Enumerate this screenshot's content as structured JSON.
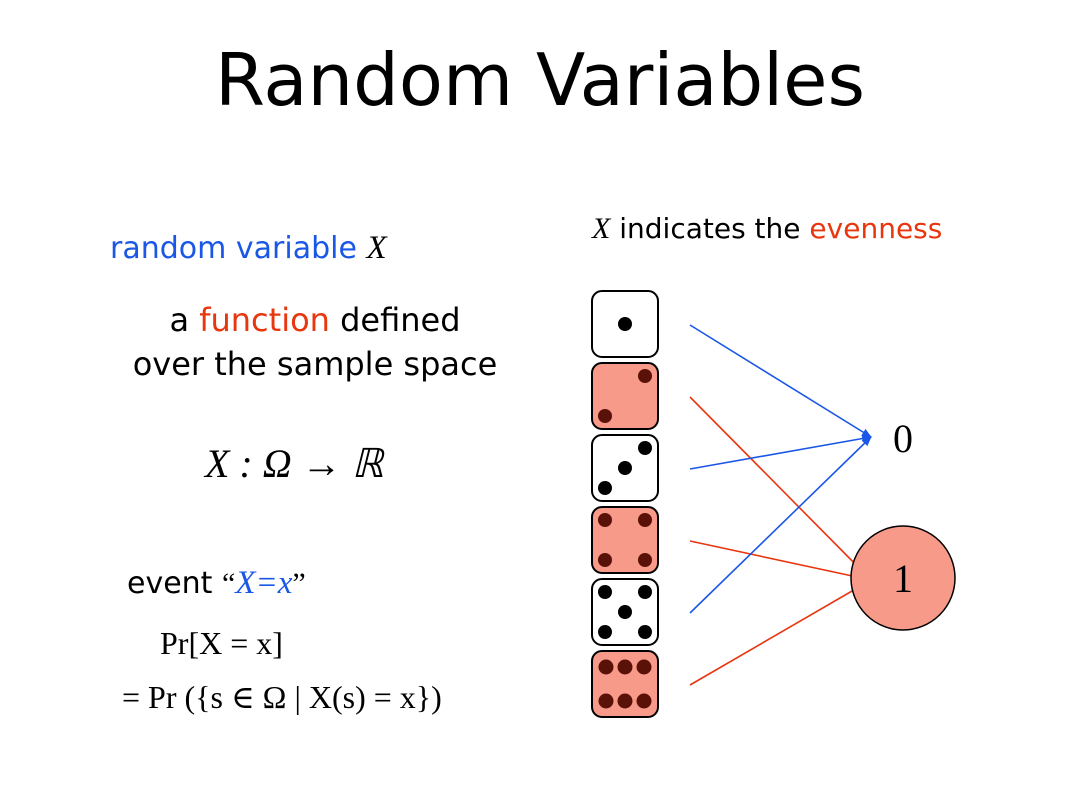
{
  "title": "Random Variables",
  "left": {
    "rv_label": "random variable",
    "rv_symbol": "X",
    "definition_line1_pre": "a",
    "definition_line1_highlight": "function",
    "definition_line1_post": "defined",
    "definition_line2": "over the sample space",
    "mapping": "X : Ω → ℝ",
    "event_label": "event",
    "event_open_quote": "“",
    "event_expr": "X=x",
    "event_close_quote": "”",
    "prob_line1": "Pr[X = x]",
    "prob_line2": "= Pr ({s ∈ Ω | X(s) = x})"
  },
  "right": {
    "heading_symbol": "X",
    "heading_text": "indicates the",
    "heading_highlight": "evenness",
    "targets": [
      "0",
      "1"
    ]
  },
  "dice": [
    {
      "face": 1,
      "even": false,
      "maps_to": "0"
    },
    {
      "face": 2,
      "even": true,
      "maps_to": "1"
    },
    {
      "face": 3,
      "even": false,
      "maps_to": "0"
    },
    {
      "face": 4,
      "even": true,
      "maps_to": "1"
    },
    {
      "face": 5,
      "even": false,
      "maps_to": "0"
    },
    {
      "face": 6,
      "even": true,
      "maps_to": "1"
    }
  ],
  "colors": {
    "blue": "#1a57e6",
    "red": "#e8360f",
    "even_die_fill": "#f79a8a",
    "odd_die_fill": "#ffffff",
    "one_circle_fill": "#f79a8a"
  }
}
